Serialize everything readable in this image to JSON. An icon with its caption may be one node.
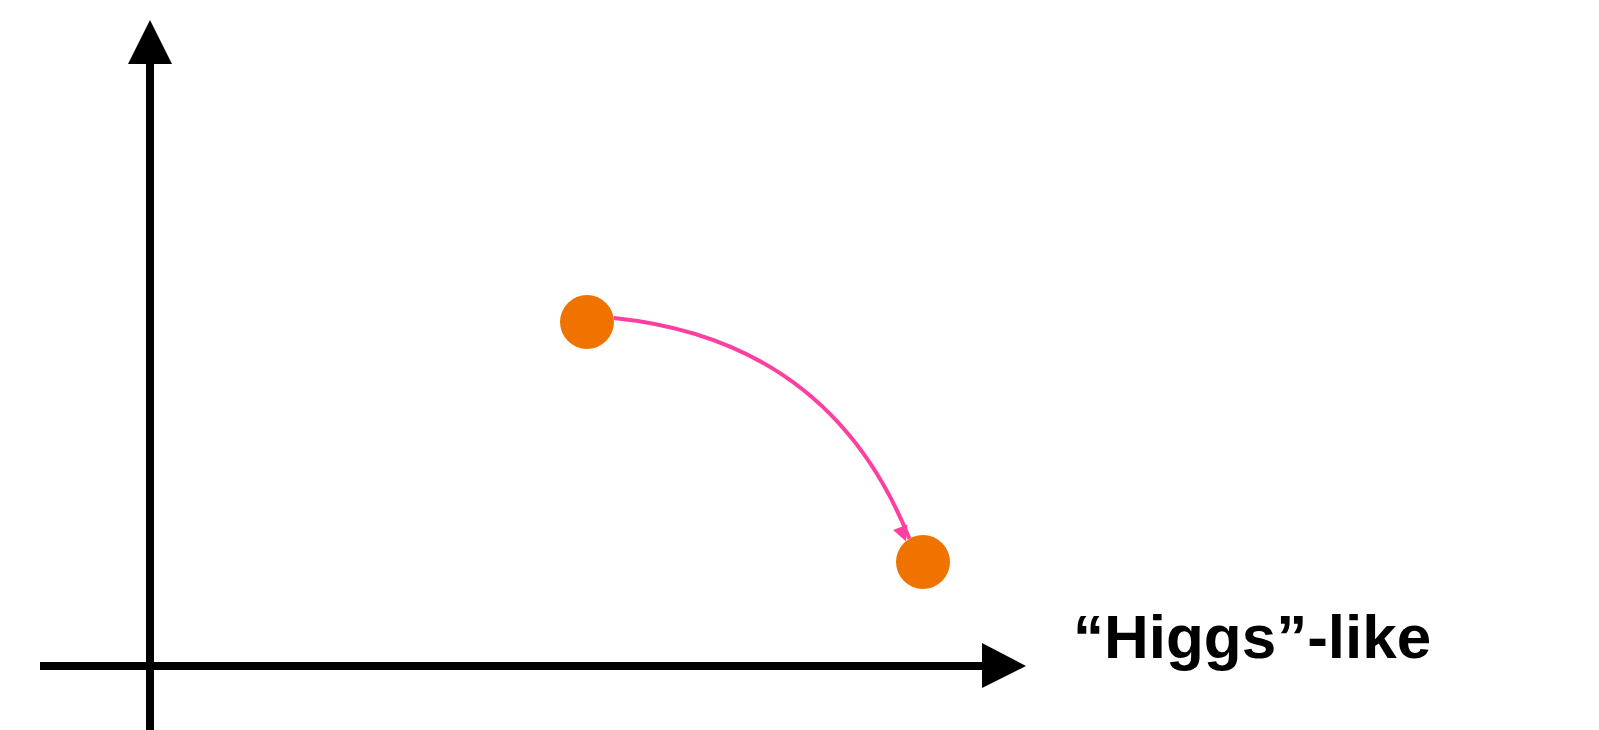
{
  "diagram": {
    "nodes": [
      {
        "text": [],
        "shape": "circle"
      },
      {
        "text": [],
        "shape": "circle"
      }
    ],
    "edges": [
      {
        "from": 0,
        "to": 1,
        "arrow": "to"
      }
    ],
    "labels": [
      "“Higgs”-like"
    ]
  }
}
